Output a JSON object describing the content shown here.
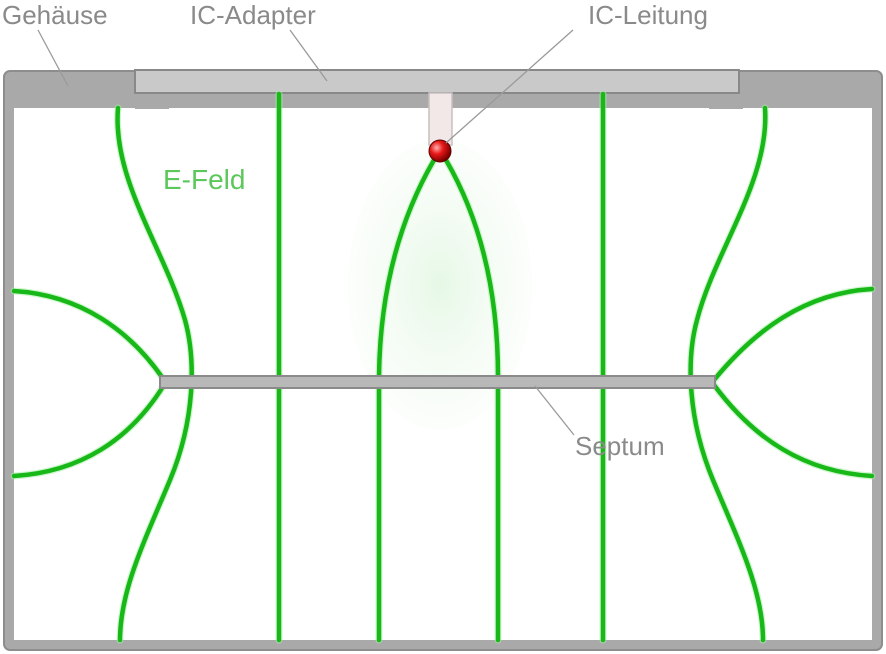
{
  "labels": {
    "housing": "Gehäuse",
    "adapter": "IC-Adapter",
    "lead": "IC-Leitung",
    "field": "E-Feld",
    "septum": "Septum"
  },
  "colors": {
    "housing": "#a9a9a9",
    "field_line": "#17b817",
    "field_label": "#5cc85c",
    "ic_lead": "#e01010",
    "label_text": "#8a8a8a"
  }
}
